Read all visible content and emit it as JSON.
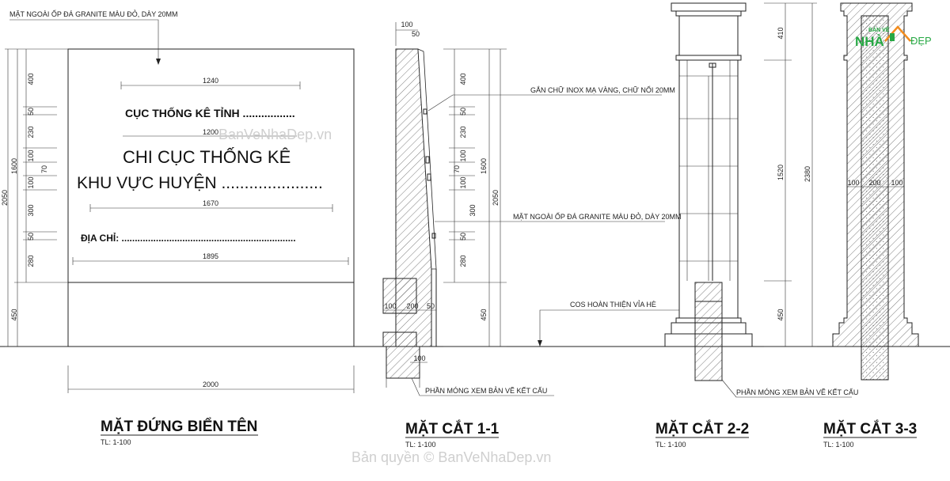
{
  "front": {
    "note_top": "MẶT NGOÀI ỐP ĐÁ GRANITE MÀU ĐỎ, DÀY 20MM",
    "line1": "CỤC THỐNG KÊ TỈNH .................",
    "line2": "CHI CỤC THỐNG KÊ",
    "line3": "KHU VỰC HUYỆN ......................",
    "line4": "ĐỊA CHỈ: ..................................................................",
    "dim_1240": "1240",
    "dim_1200": "1200",
    "dim_1670": "1670",
    "dim_1895": "1895",
    "dim_2000": "2000",
    "dim_total": "2050",
    "dim_1600": "1600",
    "dim_450": "450",
    "v_dims": [
      "400",
      "50",
      "230",
      "100",
      "70",
      "100",
      "300",
      "50",
      "280"
    ],
    "title": "MẶT ĐỨNG BIỂN TÊN",
    "scale": "TL: 1-100"
  },
  "sec1": {
    "dim_100": "100",
    "dim_50": "50",
    "note_letters": "GẮN CHỮ INOX MẠ VÀNG, CHỮ NỔI 20MM",
    "note_granite": "MẶT NGOÀI ỐP ĐÁ GRANITE MÀU ĐỎ, DÀY 20MM",
    "note_cos": "COS HOÀN THIỆN VỈA HÈ",
    "note_found": "PHẦN MÓNG XEM BẢN VẼ KẾT CẤU",
    "dim_b100": "100",
    "dim_b200": "200",
    "dim_b50": "50",
    "dim_base100": "100",
    "dim_total": "2050",
    "dim_1600": "1600",
    "dim_450": "450",
    "v_dims": [
      "400",
      "50",
      "230",
      "100",
      "70",
      "100",
      "300",
      "50",
      "280"
    ],
    "title": "MẶT CẮT 1-1",
    "scale": "TL: 1-100"
  },
  "sec2": {
    "dim_410": "410",
    "dim_1520": "1520",
    "dim_450": "450",
    "dim_2380": "2380",
    "note_found": "PHẦN MÓNG XEM BẢN VẼ KẾT CẤU",
    "title": "MẶT CẮT 2-2",
    "scale": "TL: 1-100"
  },
  "sec3": {
    "dim_100a": "100",
    "dim_200": "200",
    "dim_100b": "100",
    "title": "MẶT CẮT 3-3",
    "scale": "TL: 1-100"
  },
  "logo": {
    "top": "BẢN VẼ",
    "left": "NHÀ",
    "right": "ĐẸP",
    "colors": {
      "green": "#27a844",
      "orange": "#f28c1e"
    }
  },
  "watermark": {
    "mid": "BanVeNhaDep.vn",
    "bottom": "Bản quyền © BanVeNhaDep.vn"
  }
}
